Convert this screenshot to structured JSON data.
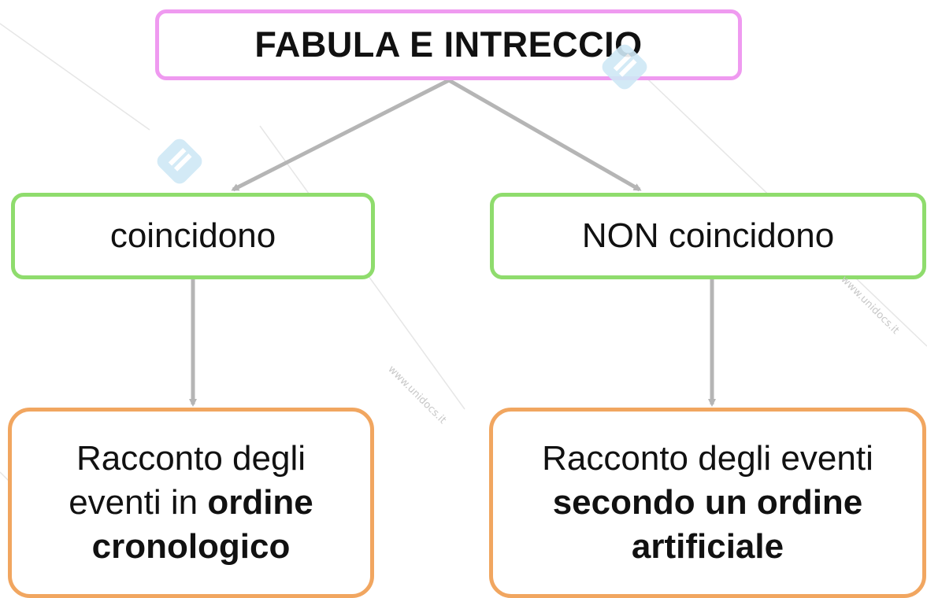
{
  "colors": {
    "title_border": "#ef9af0",
    "mid_border": "#8fdc6d",
    "outcome_border": "#f1a660",
    "arrow": "#b5b5b5",
    "watermark": "#c8c8c8"
  },
  "title": "FABULA E INTRECCIO",
  "branches": [
    {
      "label": "coincidono",
      "outcome": {
        "line1": "Racconto degli",
        "line2_plain": "eventi in",
        "line2_bold": "ordine",
        "line3_bold": "cronologico"
      }
    },
    {
      "label": "NON coincidono",
      "outcome": {
        "line1": "Racconto degli eventi",
        "line2_bold": "secondo un ordine",
        "line3_bold": "artificiale"
      }
    }
  ],
  "watermark": {
    "text": "www.unidocs.it",
    "logo": "unidocs-logo-icon"
  }
}
